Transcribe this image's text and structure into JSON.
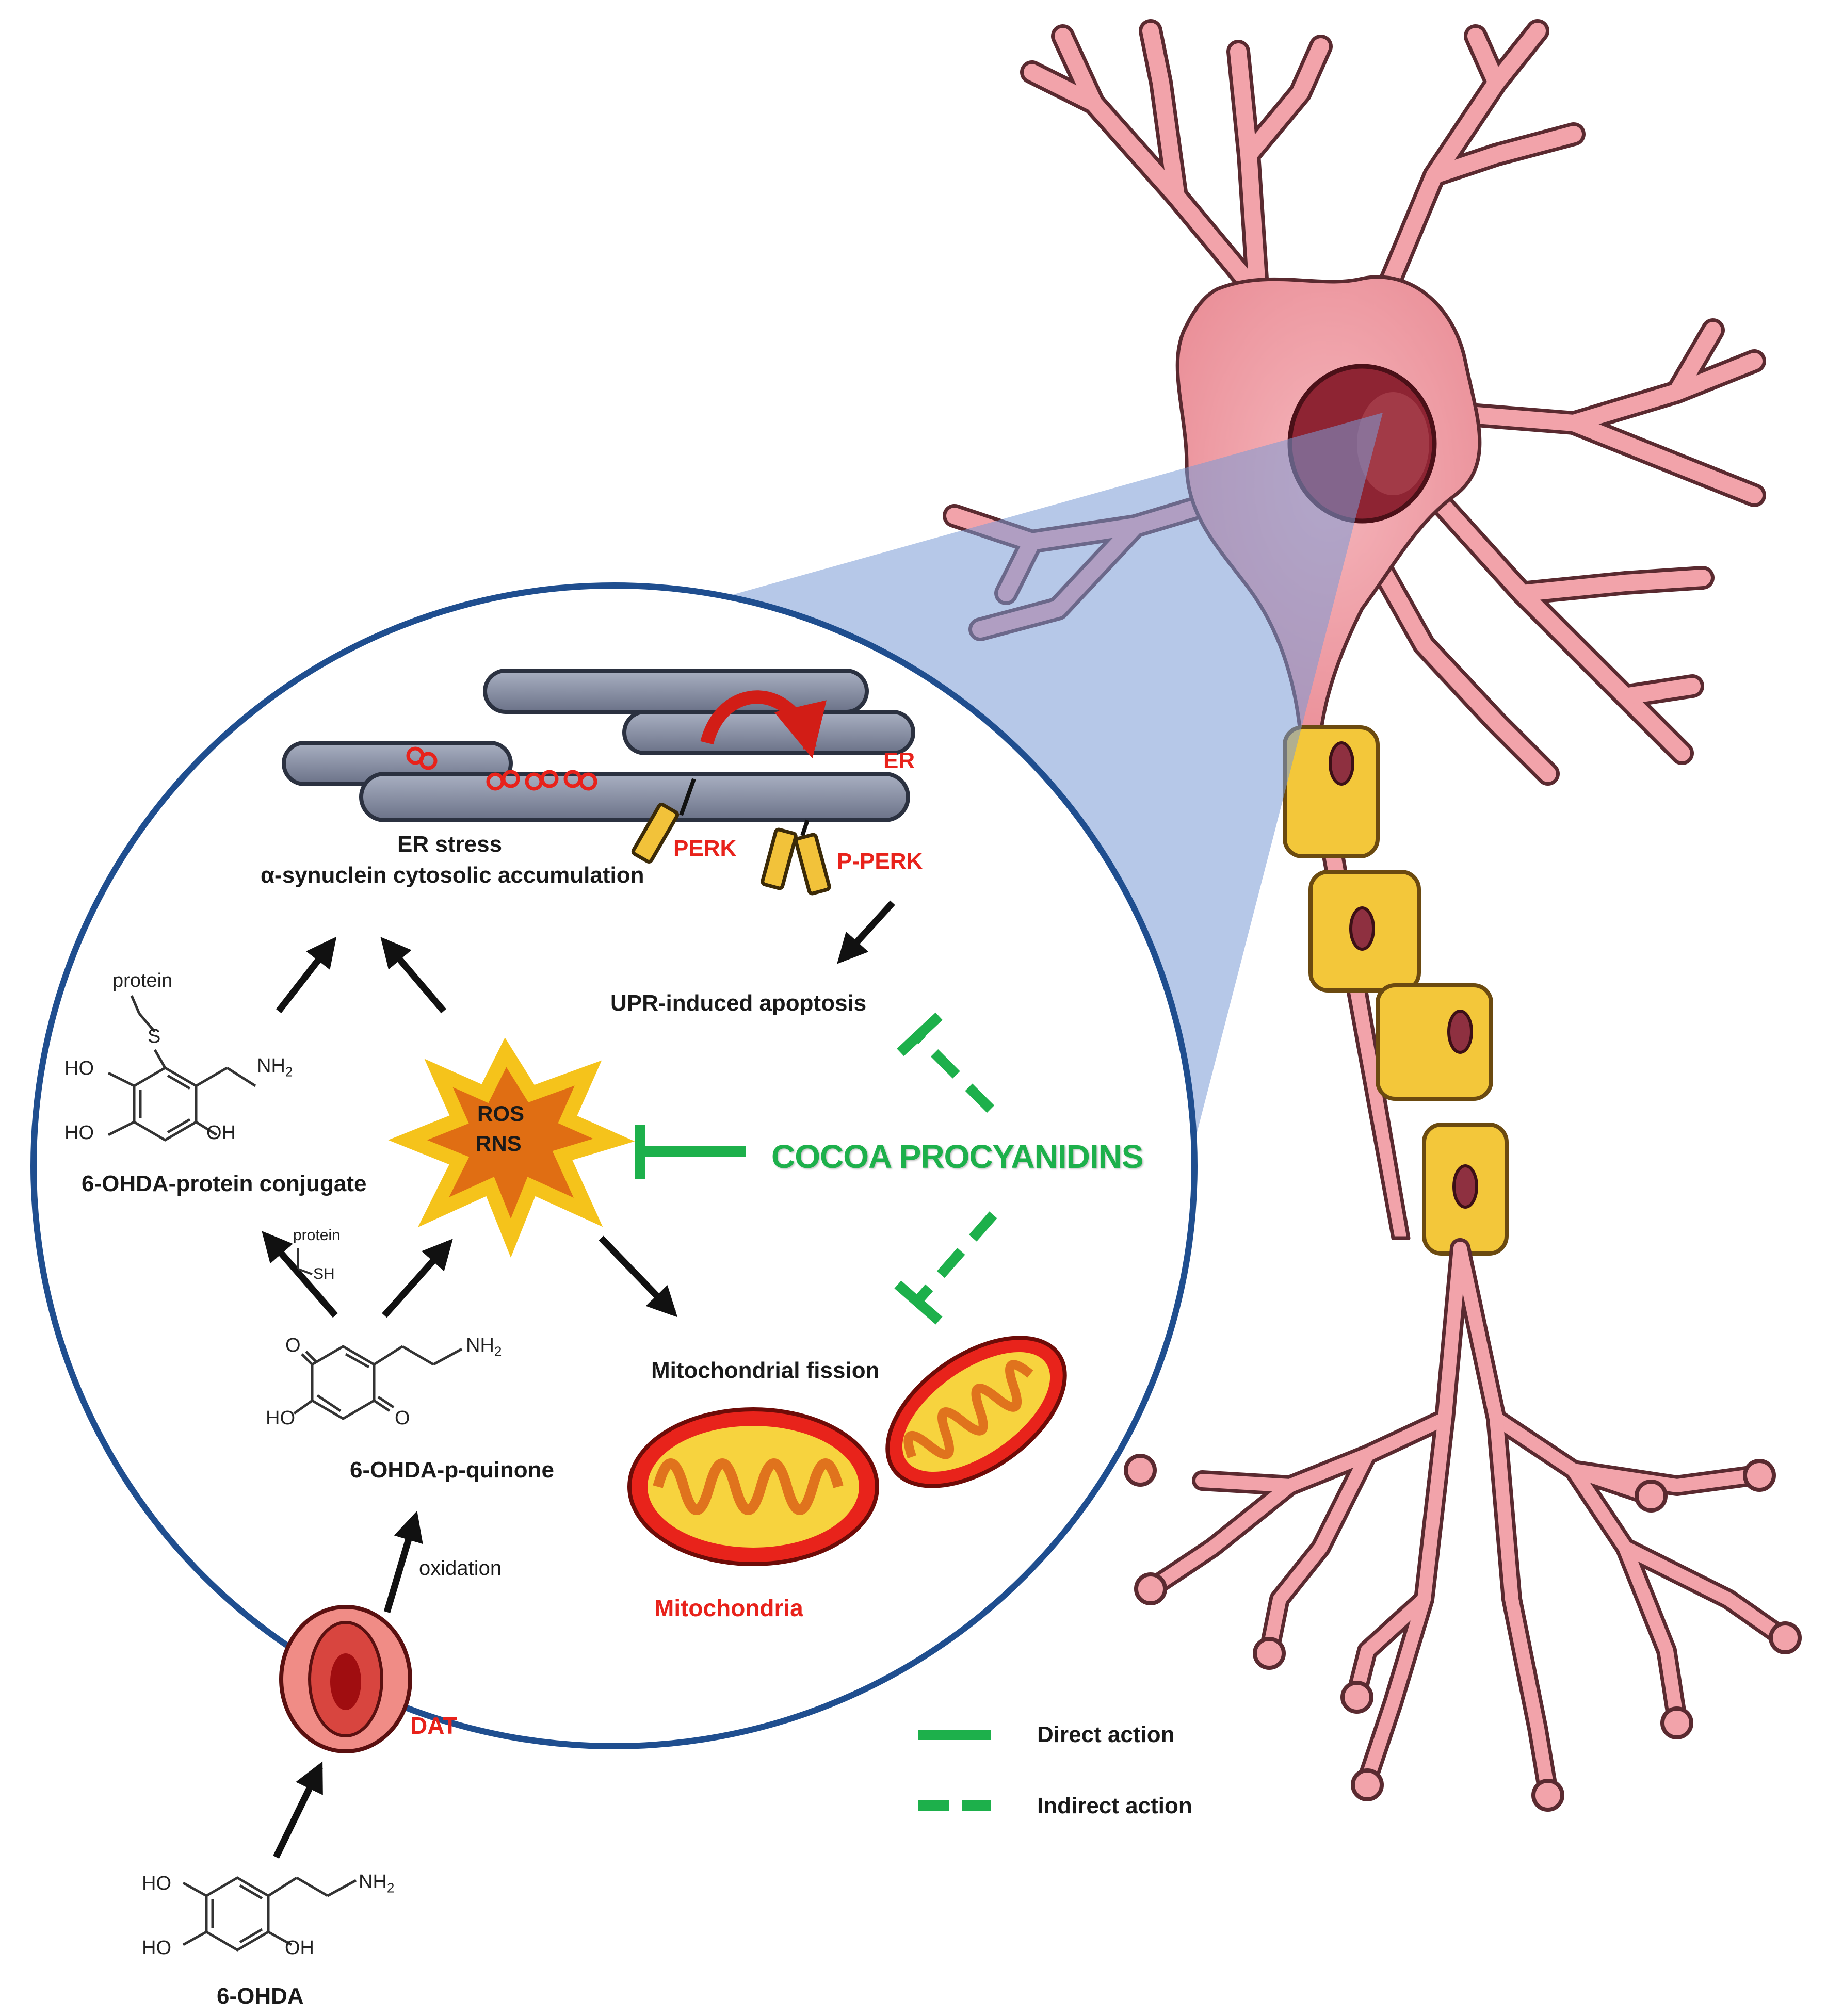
{
  "labels": {
    "er_stress": "ER stress",
    "alpha_syn": "α-synuclein cytosolic accumulation",
    "er": "ER",
    "perk": "PERK",
    "p_perk": "P-PERK",
    "upr": "UPR-induced apoptosis",
    "ros": "ROS",
    "rns": "RNS",
    "cocoa": "COCOA PROCYANIDINS",
    "conjugate": "6-OHDA-protein conjugate",
    "mito_fission": "Mitochondrial fission",
    "quinone": "6-OHDA-p-quinone",
    "oxidation": "oxidation",
    "mitochondria": "Mitochondria",
    "dat": "DAT",
    "ohda": "6-OHDA"
  },
  "chem": {
    "protein": "protein",
    "s": "S",
    "sh": "SH",
    "ho": "HO",
    "oh": "OH",
    "nh2": "NH",
    "nh2_sub": "2",
    "o": "O"
  },
  "legend": {
    "direct": "Direct action",
    "indirect": "Indirect action"
  },
  "colors": {
    "inhibition_green": "#1db04b",
    "label_red": "#e8221b",
    "circle_blue": "#1f4e8f",
    "neuron_pink": "#f2a3aa",
    "myelin_yellow": "#f3c73a"
  }
}
